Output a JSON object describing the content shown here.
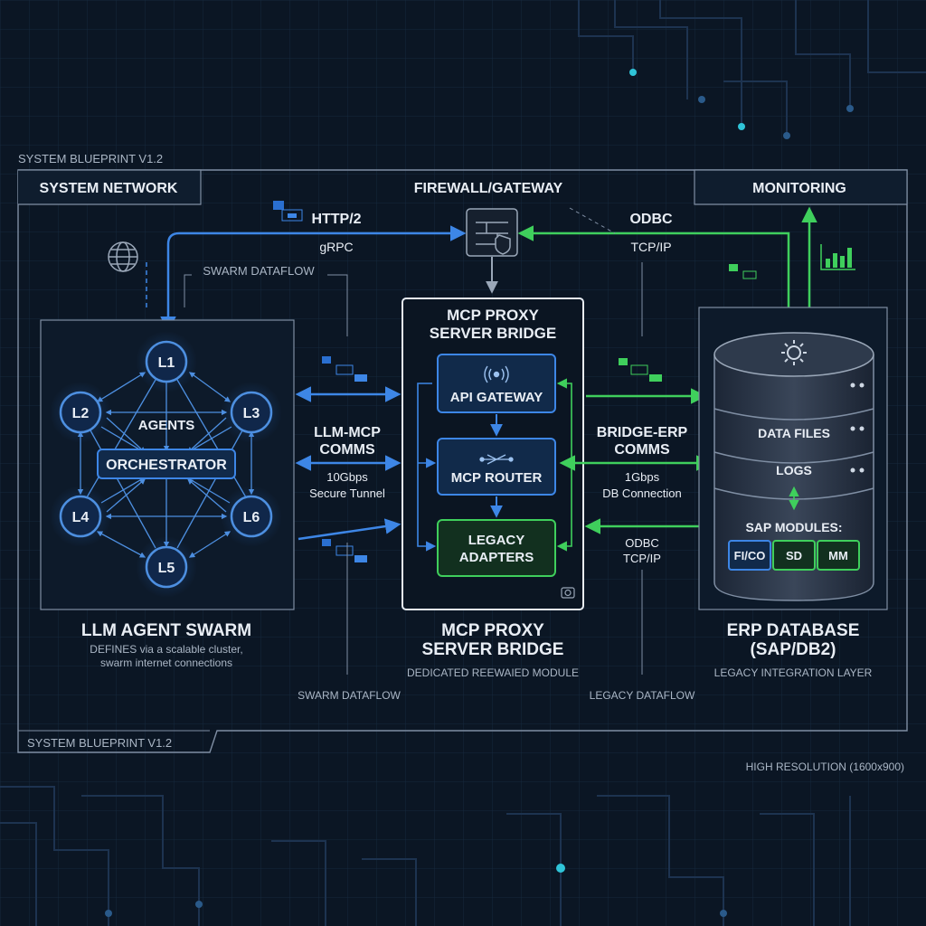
{
  "header": {
    "blueprint_top": "SYSTEM BLUEPRINT V1.2",
    "blueprint_bottom": "SYSTEM BLUEPRINT V1.2",
    "resolution": "HIGH RESOLUTION (1600x900)"
  },
  "sections": {
    "network": "SYSTEM NETWORK",
    "firewall": "FIREWALL/GATEWAY",
    "monitoring": "MONITORING"
  },
  "links": {
    "http": "HTTP/2",
    "grpc": "gRPC",
    "odbc_top": "ODBC",
    "tcpip_top": "TCP/IP",
    "swarm_dataflow_top": "SWARM DATAFLOW",
    "llm_mcp_1": "LLM-MCP",
    "llm_mcp_2": "COMMS",
    "tunnel_speed": "10Gbps",
    "tunnel_desc": "Secure Tunnel",
    "bridge_erp_1": "BRIDGE-ERP",
    "bridge_erp_2": "COMMS",
    "db_speed": "1Gbps",
    "db_desc": "DB Connection",
    "odbc_mid": "ODBC",
    "tcpip_mid": "TCP/IP",
    "swarm_dataflow_bottom": "SWARM DATAFLOW",
    "legacy_dataflow": "LEGACY DATAFLOW"
  },
  "swarm": {
    "agents": [
      "L1",
      "L2",
      "L3",
      "L4",
      "L5",
      "L6"
    ],
    "agents_label": "AGENTS",
    "orchestrator": "ORCHESTRATOR",
    "title": "LLM AGENT SWARM",
    "desc_1": "DEFINES via a scalable cluster,",
    "desc_2": "swarm internet connections"
  },
  "proxy": {
    "header_1": "MCP PROXY",
    "header_2": "SERVER BRIDGE",
    "api_gateway": "API GATEWAY",
    "router": "MCP ROUTER",
    "legacy_1": "LEGACY",
    "legacy_2": "ADAPTERS",
    "title_1": "MCP PROXY",
    "title_2": "SERVER BRIDGE",
    "desc": "DEDICATED REEWAIED MODULE"
  },
  "erp": {
    "data_files": "DATA FILES",
    "logs": "LOGS",
    "sap_modules": "SAP MODULES:",
    "modules": [
      "FI/CO",
      "SD",
      "MM"
    ],
    "title_1": "ERP DATABASE",
    "title_2": "(SAP/DB2)",
    "desc": "LEGACY INTEGRATION LAYER"
  },
  "icons": [
    "globe-icon",
    "firewall-icon",
    "signal-icon",
    "router-icon",
    "gear-icon",
    "bar-chart-icon",
    "camera-icon"
  ],
  "colors": {
    "blue": "#3d86e6",
    "green": "#3fcf5c",
    "frame": "#7f8ea3",
    "background": "#0b1624"
  }
}
